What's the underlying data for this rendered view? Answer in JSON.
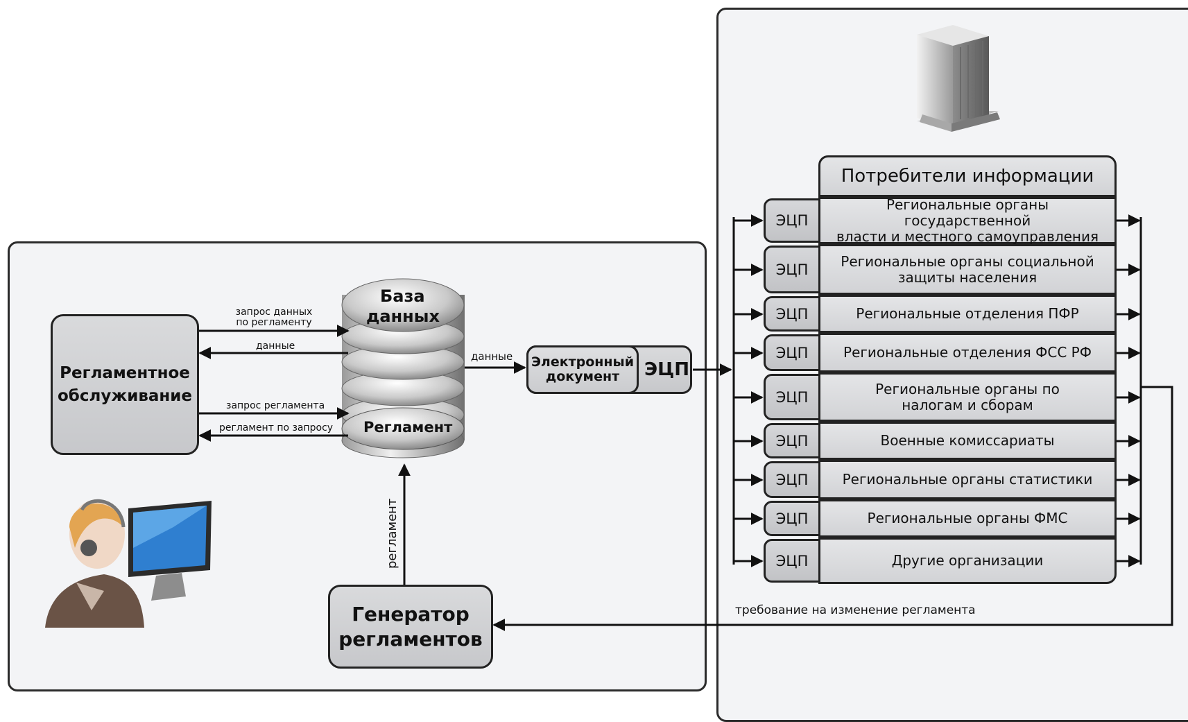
{
  "regl_service": {
    "label_line1": "Регламентное",
    "label_line2": "обслуживание"
  },
  "database": {
    "label_line1": "База",
    "label_line2": "данных",
    "reglament_label": "Регламент"
  },
  "arrows": {
    "query_data_line1": "запрос данных",
    "query_data_line2": "по регламенту",
    "data": "данные",
    "query_reglament": "запрос регламента",
    "reglament_by_request": "регламент по запросу",
    "data_out": "данные",
    "reglament_vertical": "регламент",
    "change_request": "требование на изменение регламента"
  },
  "edoc": {
    "label_line1": "Электронный",
    "label_line2": "документ",
    "ecp": "ЭЦП"
  },
  "generator": {
    "label_line1": "Генератор",
    "label_line2": "регламентов"
  },
  "consumers": {
    "title": "Потребители информации",
    "ecp_label": "ЭЦП",
    "items": [
      {
        "line1": "Региональные органы государственной",
        "line2": "власти и местного самоуправления"
      },
      {
        "line1": "Региональные органы социальной",
        "line2": "защиты населения"
      },
      {
        "line1": "Региональные отделения ПФР",
        "line2": ""
      },
      {
        "line1": "Региональные отделения ФСС РФ",
        "line2": ""
      },
      {
        "line1": "Региональные органы по",
        "line2": "налогам и сборам"
      },
      {
        "line1": "Военные комиссариаты",
        "line2": ""
      },
      {
        "line1": "Региональные органы статистики",
        "line2": ""
      },
      {
        "line1": "Региональные органы ФМС",
        "line2": ""
      },
      {
        "line1": "Другие организации",
        "line2": ""
      }
    ]
  }
}
